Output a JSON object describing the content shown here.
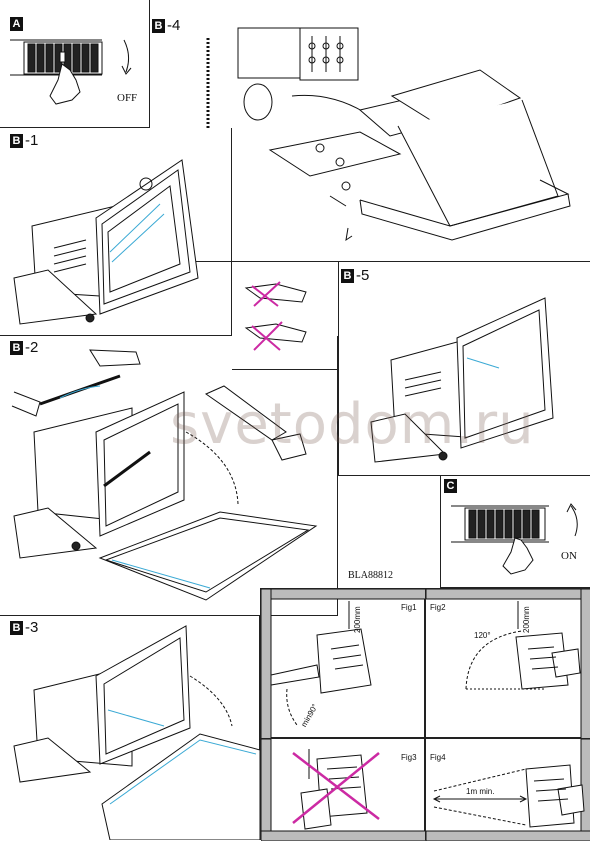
{
  "sections": {
    "a": {
      "letter": "A",
      "suffix": ""
    },
    "b4": {
      "letter": "B",
      "suffix": "-4"
    },
    "b1": {
      "letter": "B",
      "suffix": "-1"
    },
    "b2": {
      "letter": "B",
      "suffix": "-2"
    },
    "b5": {
      "letter": "B",
      "suffix": "-5"
    },
    "b3": {
      "letter": "B",
      "suffix": "-3"
    },
    "c": {
      "letter": "C",
      "suffix": ""
    }
  },
  "labels": {
    "off": "OFF",
    "on": "ON",
    "model": "BLA88812",
    "watermark": "svetodom.ru"
  },
  "figures": {
    "fig1": {
      "label": "Fig1",
      "dim": "200mm",
      "angle": "min90°"
    },
    "fig2": {
      "label": "Fig2",
      "dim": "200mm",
      "angle": "120°"
    },
    "fig3": {
      "label": "Fig3"
    },
    "fig4": {
      "label": "Fig4",
      "distance": "1m min."
    }
  }
}
